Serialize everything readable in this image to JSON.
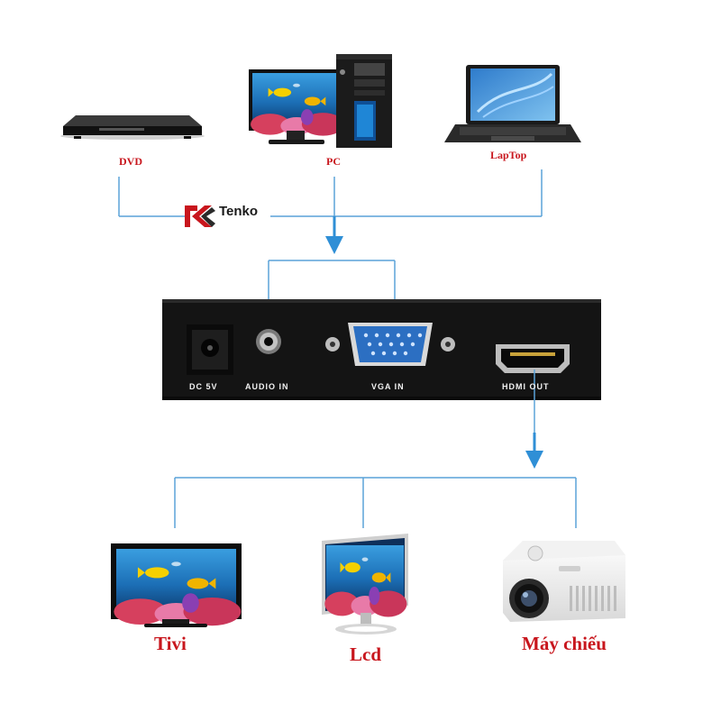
{
  "sources": [
    {
      "label": "DVD",
      "icon": "dvd-player-icon"
    },
    {
      "label": "PC",
      "icon": "desktop-pc-icon"
    },
    {
      "label": "LapTop",
      "icon": "laptop-icon"
    }
  ],
  "brand": {
    "name": "Tenko",
    "logo": "tk-logo-icon"
  },
  "converter": {
    "ports": [
      {
        "label": "DC 5V",
        "icon": "dc-power-jack-icon"
      },
      {
        "label": "AUDIO IN",
        "icon": "audio-jack-icon"
      },
      {
        "label": "VGA IN",
        "icon": "vga-port-icon"
      },
      {
        "label": "HDMI OUT",
        "icon": "hdmi-port-icon"
      }
    ]
  },
  "outputs": [
    {
      "label": "Tivi",
      "icon": "tv-icon"
    },
    {
      "label": "Lcd",
      "icon": "lcd-monitor-icon"
    },
    {
      "label": "Máy chiếu",
      "icon": "projector-icon"
    }
  ],
  "colors": {
    "label_red": "#c8161d",
    "line_blue": "#5aa2d8",
    "arrow_blue": "#2f8fd6",
    "device_body": "#141414",
    "port_text": "#f2f2f2"
  }
}
